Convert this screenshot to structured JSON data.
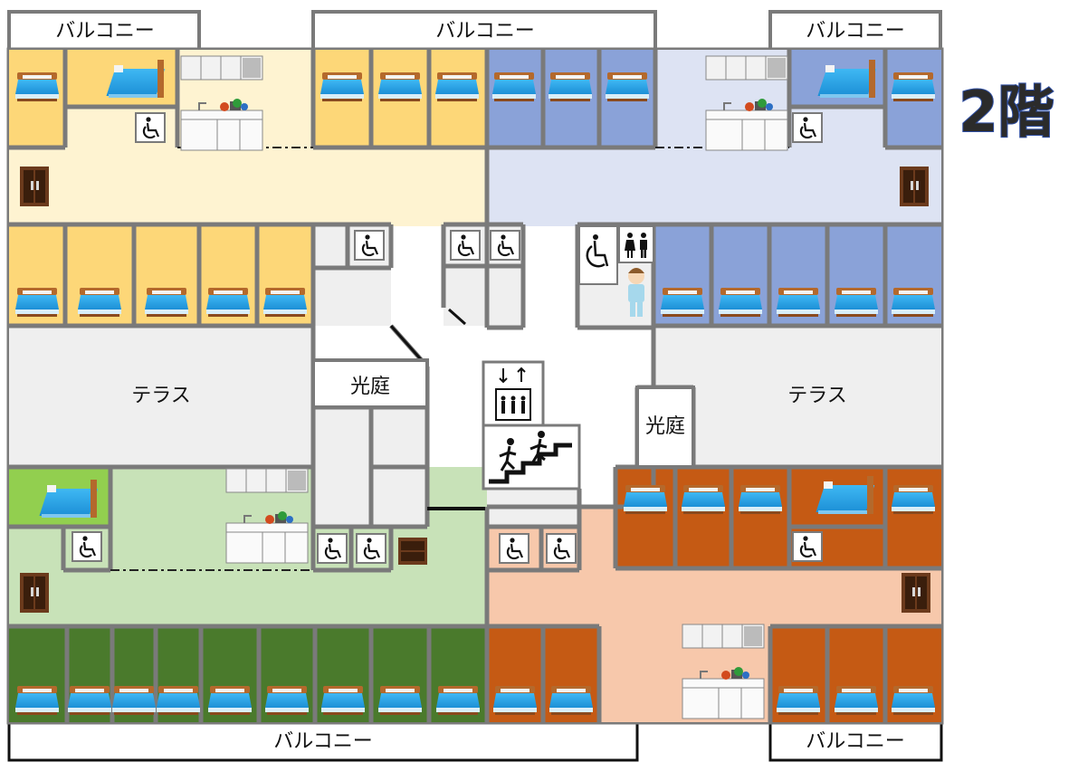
{
  "floor_label": "2階",
  "balcony_labels": {
    "top_left": "バルコニー",
    "top_center": "バルコニー",
    "top_right": "バルコニー",
    "bottom_left": "バルコニー",
    "bottom_right": "バルコニー"
  },
  "terrace_labels": {
    "left": "テラス",
    "right": "テラス"
  },
  "light_court_labels": {
    "center": "光庭",
    "right": "光庭"
  },
  "colors": {
    "wall": "#7a7a7a",
    "yellow_room": "#fdd778",
    "yellow_hall": "#fef3d1",
    "blue_room": "#8aa2d8",
    "blue_hall": "#dde3f3",
    "light_green_room": "#92cf4f",
    "green_hall": "#c8e2b8",
    "dark_green_room": "#4a7a2c",
    "orange_room": "#c55a14",
    "orange_hall": "#f7c8ab",
    "neutral": "#efefef",
    "bed_blue": "#29a3e8",
    "bed_brown": "#b4692c"
  },
  "icons": {
    "bed": "bed-icon",
    "wheelchair": "wheelchair-icon",
    "elevator": "elevator-icon",
    "stairs": "stairs-icon",
    "restroom": "restroom-icon",
    "kitchen": "kitchen-icon",
    "cabinet": "cabinet-icon",
    "nurse": "nurse-icon"
  }
}
